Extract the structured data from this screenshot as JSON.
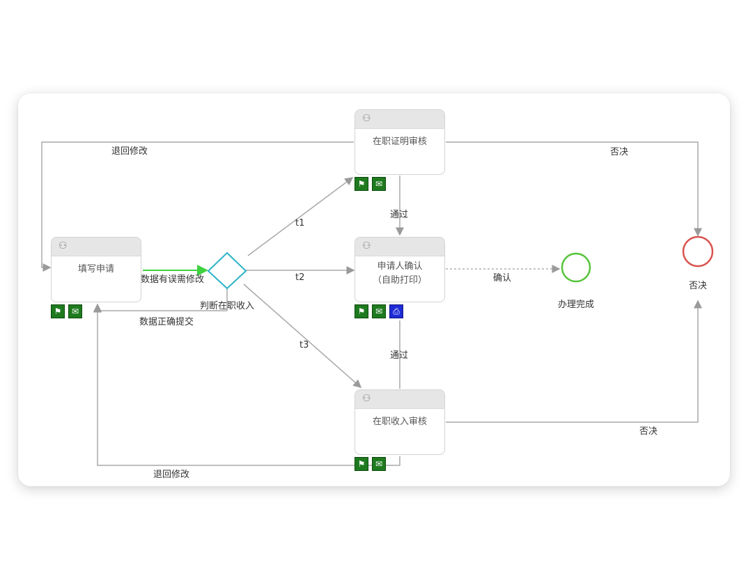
{
  "tasks": {
    "fill_application": "填写申请",
    "employment_cert_review": "在职证明审核",
    "applicant_confirm_line1": "申请人确认",
    "applicant_confirm_line2": "（自助打印）",
    "income_review": "在职收入审核"
  },
  "nodes": {
    "gateway_label": "判断在职收入",
    "end_complete_label": "办理完成",
    "end_reject_label": "否决"
  },
  "flows": {
    "return_modify_top": "退回修改",
    "reject_top": "否决",
    "pass_upper": "通过",
    "t1": "t1",
    "t2": "t2",
    "t3": "t3",
    "data_error_modify": "数据有误需修改",
    "data_correct_submit": "数据正确提交",
    "confirm": "确认",
    "pass_lower": "通过",
    "reject_bottom": "否决",
    "return_modify_bottom": "退回修改"
  },
  "badges": {
    "flag_glyph": "⚑",
    "mail_glyph": "✉",
    "print_glyph": "⎙"
  },
  "icons": {
    "user_glyph": "⚇"
  },
  "colors": {
    "active_flow": "#3fd13f",
    "gateway": "#2bb3c7",
    "end_complete": "#55c43a",
    "end_reject": "#d9534f",
    "badge_green": "#1f7a1f",
    "badge_blue": "#1e2bd6",
    "connector": "#a8a8a8"
  }
}
